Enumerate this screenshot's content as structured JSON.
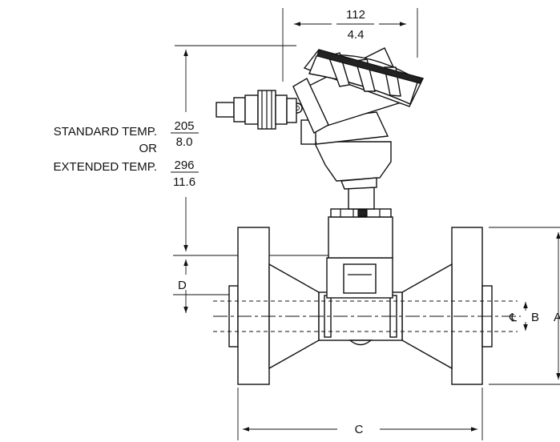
{
  "dimensions": {
    "width_mm": "112",
    "width_in": "4.4",
    "height_label_standard": "STANDARD TEMP.",
    "height_or": "OR",
    "height_label_extended": "EXTENDED TEMP.",
    "height_standard_mm": "205",
    "height_standard_in": "8.0",
    "height_extended_mm": "296",
    "height_extended_in": "11.6",
    "label_a": "A",
    "label_b": "B",
    "label_c": "C",
    "label_d": "D",
    "centerline_symbol": "℄"
  }
}
